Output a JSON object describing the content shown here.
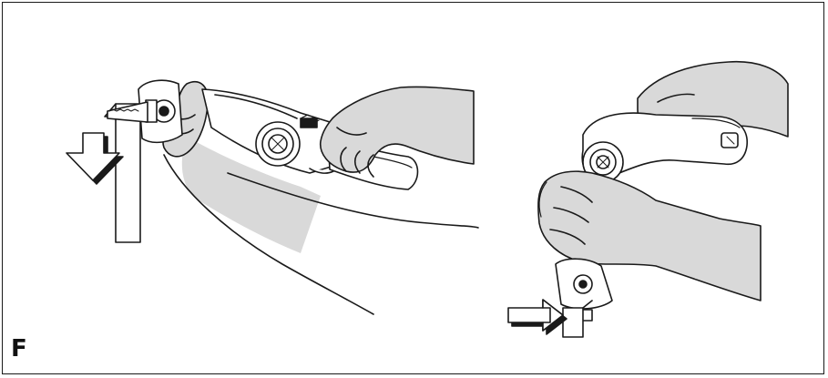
{
  "figure": {
    "label": "F"
  },
  "colors": {
    "line": "#1a1a1a",
    "skin_shade": "#d9d9d9",
    "paper": "#ffffff"
  },
  "icons": {
    "arrow_left_panel": "arrow-down-outline",
    "arrow_right_panel": "arrow-left-outline"
  }
}
